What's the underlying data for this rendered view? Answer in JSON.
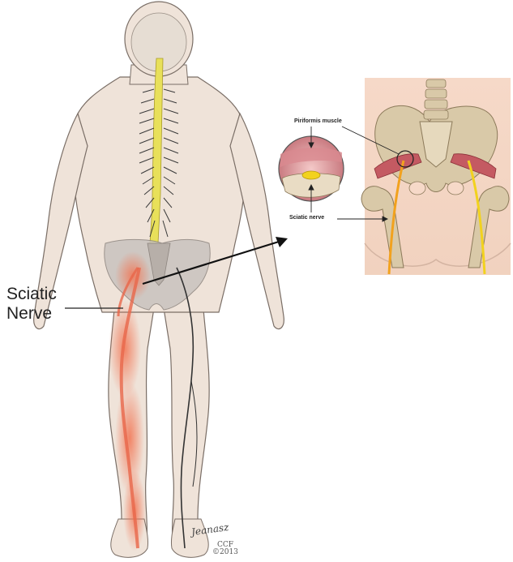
{
  "labels": {
    "sciatic_line1": "Sciatic",
    "sciatic_line2": "Nerve",
    "piriformis": "Piriformis muscle",
    "sciatic_nerve_inset": "Sciatic nerve"
  },
  "credit": {
    "signature": "Jeanasz",
    "studio": "CCF",
    "copyright": "©2013"
  },
  "colors": {
    "skin": "#efe3d9",
    "skin_outline": "#7a6e66",
    "spine": "#e8e05a",
    "nerve_highlight": "#e8664a",
    "bone": "#d9c9a8",
    "muscle": "#c45a62",
    "inset_nerve": "#f2d21e"
  }
}
